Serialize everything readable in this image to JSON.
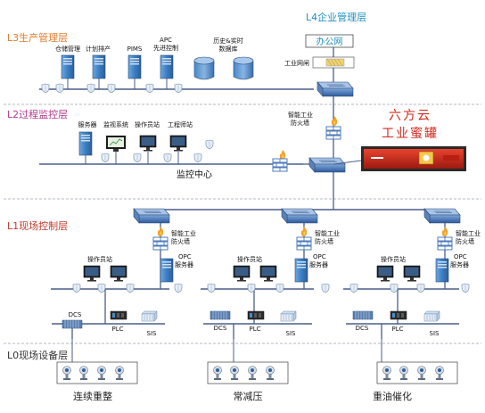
{
  "levels": {
    "l3": "L3生产管理层",
    "l4": "L4企业管理层",
    "l2": "L2过程监控层",
    "l1": "L1现场控制层",
    "l0": "L0现场设备层"
  },
  "colors": {
    "l3": "#e07b2a",
    "l4": "#1f8fbf",
    "l2": "#b03a8a",
    "l1": "#c0392b",
    "l0": "#333333",
    "server": "#3a7fc4",
    "switch": "#3b6fb6",
    "line": "#4a5f8a",
    "product_red": "#d4291c"
  },
  "l3": {
    "labels": [
      "仓储管理",
      "计划排产",
      "PIMS",
      "APC",
      "先进控制",
      "历史&实时",
      "数据库"
    ]
  },
  "l4": {
    "office_net": "办公网",
    "industrial_net": "工业网闸"
  },
  "firewall_label": [
    "智能工业",
    "防火墙"
  ],
  "l2": {
    "labels": [
      "服务器",
      "监视系统",
      "操作员站",
      "工程师站"
    ],
    "center": "监控中心"
  },
  "product": {
    "line1": "六方云",
    "line2": "工业蜜罐"
  },
  "l1": {
    "operator": "操作员站",
    "opc": [
      "OPC",
      "服务器"
    ],
    "dcs": "DCS",
    "plc": "PLC",
    "sis": "SIS"
  },
  "l0": {
    "sites": [
      "连续重整",
      "常减压",
      "重油催化"
    ]
  }
}
